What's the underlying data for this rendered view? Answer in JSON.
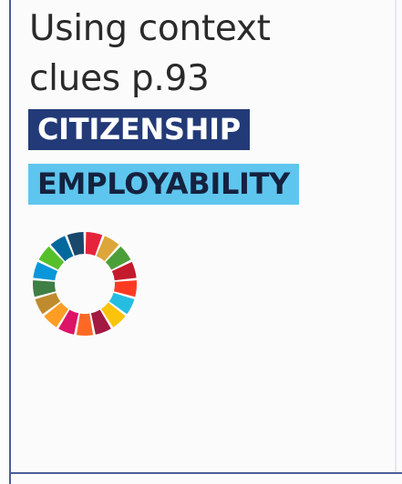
{
  "card": {
    "title_line1": "Using context",
    "title_line2": "clues p.93",
    "tags": [
      {
        "label": "CITIZENSHIP",
        "color": "#233a78"
      },
      {
        "label": "EMPLOYABILITY",
        "color": "#5ec6ee"
      }
    ],
    "sdg_wheel": {
      "icon": "sdg-wheel-icon",
      "segment_colors": [
        "#e5243b",
        "#dda63a",
        "#4c9f38",
        "#c5192d",
        "#ff3a21",
        "#26bde2",
        "#fcc30b",
        "#a21942",
        "#fd6925",
        "#dd1367",
        "#fd9d24",
        "#bf8b2e",
        "#3f7e44",
        "#0a97d9",
        "#56c02b",
        "#00689d",
        "#19486a"
      ]
    }
  }
}
